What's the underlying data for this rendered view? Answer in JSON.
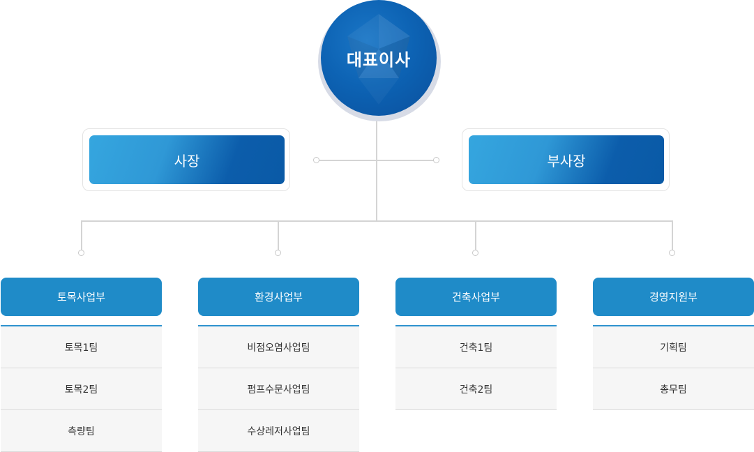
{
  "ceo": {
    "label": "대표이사"
  },
  "executives": [
    {
      "label": "사장"
    },
    {
      "label": "부사장"
    }
  ],
  "departments": [
    {
      "label": "토목사업부",
      "teams": [
        "토목1팀",
        "토목2팀",
        "측량팀"
      ]
    },
    {
      "label": "환경사업부",
      "teams": [
        "비점오염사업팀",
        "펌프수문사업팀",
        "수상레저사업팀"
      ]
    },
    {
      "label": "건축사업부",
      "teams": [
        "건축1팀",
        "건축2팀"
      ]
    },
    {
      "label": "경영지원부",
      "teams": [
        "기획팀",
        "총무팀"
      ]
    }
  ],
  "colors": {
    "ceo_circle": "#0d63b4",
    "exec_gradient_start": "#35a6df",
    "exec_gradient_end": "#0a5aa6",
    "dept_header": "#1f8bc8",
    "team_row_bg": "#f6f6f6",
    "connector": "#d4d4d4"
  }
}
